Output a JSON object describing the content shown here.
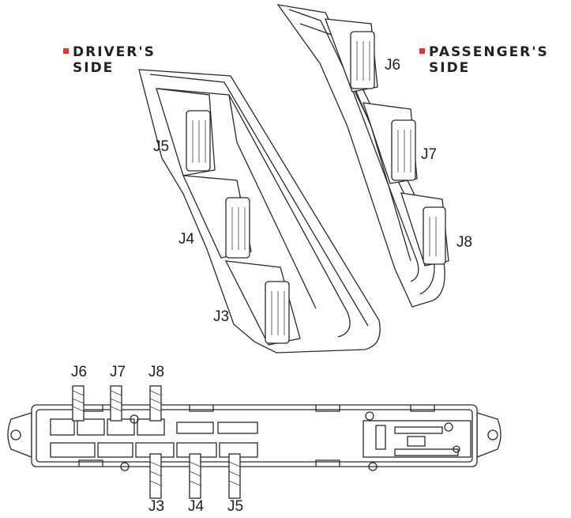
{
  "labels": {
    "driver_line1": "DRIVER'S",
    "driver_line2": "SIDE",
    "passenger_line1": "PASSENGER'S",
    "passenger_line2": "SIDE"
  },
  "connectors": {
    "driver": [
      "J5",
      "J4",
      "J3"
    ],
    "passenger": [
      "J6",
      "J7",
      "J8"
    ],
    "top_module": [
      "J6",
      "J7",
      "J8"
    ],
    "bottom_module": [
      "J3",
      "J4",
      "J5"
    ]
  },
  "colors": {
    "bullet": "#e8342a",
    "line": "#2a2a2a"
  }
}
